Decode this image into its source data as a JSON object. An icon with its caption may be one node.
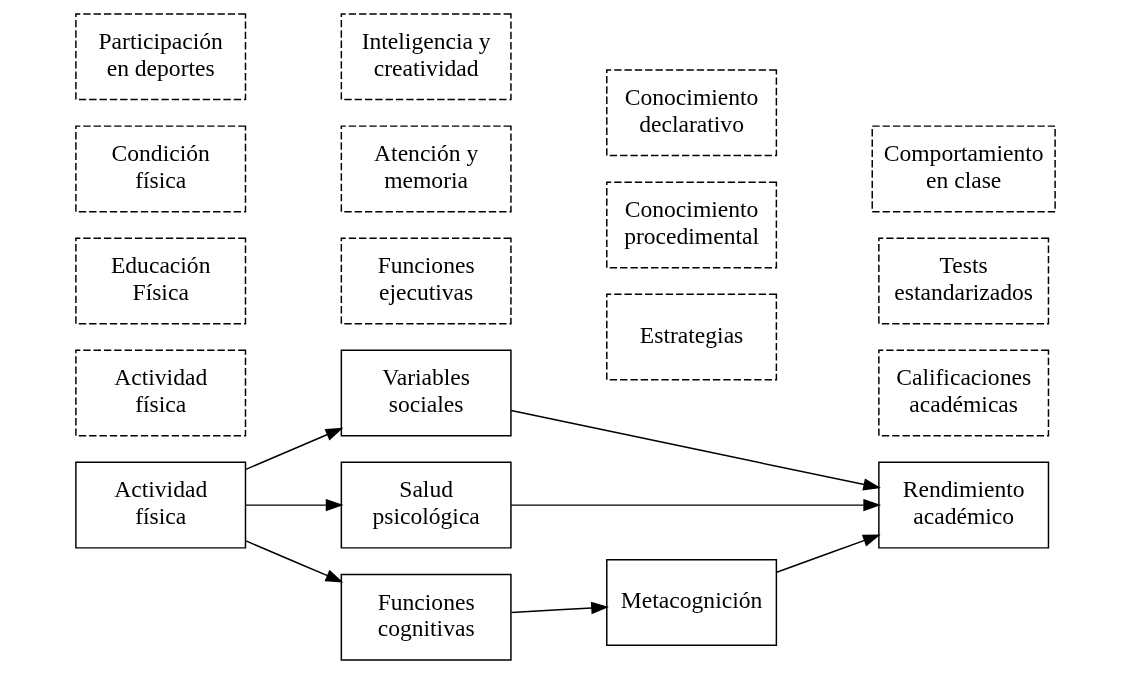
{
  "diagram": {
    "nodes": [
      {
        "text": [
          "Actividad física"
        ]
      },
      {
        "text": [
          "Variables sociales"
        ]
      },
      {
        "text": [
          "Salud psicológica"
        ]
      },
      {
        "text": [
          "Funciones cognitivas"
        ]
      },
      {
        "text": [
          "Metacognición"
        ]
      },
      {
        "text": [
          "Rendimiento académico"
        ]
      },
      {
        "text": [
          "Actividad física"
        ]
      },
      {
        "text": [
          "Educación Física"
        ]
      },
      {
        "text": [
          "Condición física"
        ]
      },
      {
        "text": [
          "Participación en deportes"
        ]
      },
      {
        "text": [
          "Funciones ejecutivas"
        ]
      },
      {
        "text": [
          "Atención y memoria"
        ]
      },
      {
        "text": [
          "Inteligencia y creatividad"
        ]
      },
      {
        "text": [
          "Estrategias"
        ]
      },
      {
        "text": [
          "Conocimiento procedimental"
        ]
      },
      {
        "text": [
          "Conocimiento declarativo"
        ]
      },
      {
        "text": [
          "Calificaciones académicas"
        ]
      },
      {
        "text": [
          "Tests estandarizados"
        ]
      },
      {
        "text": [
          "Comportamiento en clase"
        ]
      }
    ],
    "edges": [
      {
        "from": 0,
        "to": 1,
        "arrow": "to"
      },
      {
        "from": 0,
        "to": 2,
        "arrow": "to"
      },
      {
        "from": 0,
        "to": 3,
        "arrow": "to"
      },
      {
        "from": 3,
        "to": 4,
        "arrow": "to"
      },
      {
        "from": 4,
        "to": 5,
        "arrow": "to"
      },
      {
        "from": 1,
        "to": 5,
        "arrow": "to"
      },
      {
        "from": 2,
        "to": 5,
        "arrow": "to"
      }
    ]
  }
}
